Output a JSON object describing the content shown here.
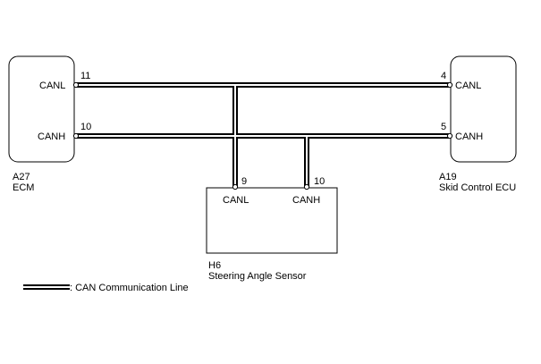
{
  "ecm": {
    "code": "A27",
    "name": "ECM",
    "canl_pin": "11",
    "canl_label": "CANL",
    "canh_pin": "10",
    "canh_label": "CANH"
  },
  "skid_ecu": {
    "code": "A19",
    "name": "Skid Control ECU",
    "canl_pin": "4",
    "canl_label": "CANL",
    "canh_pin": "5",
    "canh_label": "CANH"
  },
  "steering_sensor": {
    "code": "H6",
    "name": "Steering Angle Sensor",
    "canl_pin": "9",
    "canl_label": "CANL",
    "canh_pin": "10",
    "canh_label": "CANH"
  },
  "legend": {
    "label": ": CAN Communication Line"
  },
  "colors": {
    "line": "#000000",
    "background": "#ffffff"
  }
}
